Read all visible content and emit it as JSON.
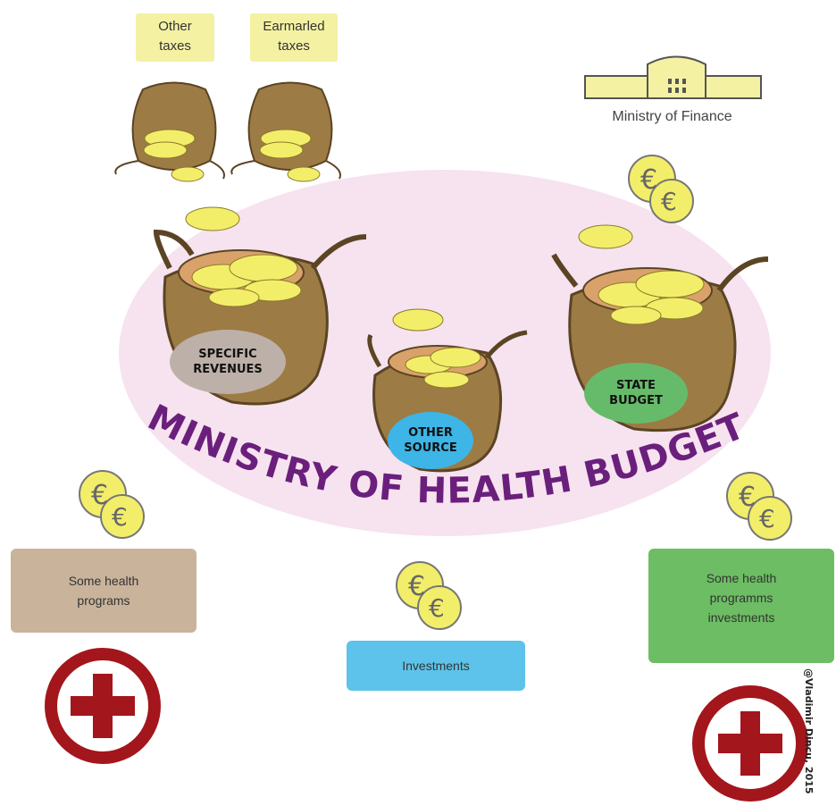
{
  "sources": {
    "other_taxes": "Other\ntaxes",
    "earmarked_taxes": "Earmarled\ntaxes"
  },
  "ministry_of_finance": {
    "label": "Ministry of Finance"
  },
  "pots": {
    "specific_revenues": "SPECIFIC\nREVENUES",
    "other_source": "OTHER\nSOURCE",
    "state_budget": "STATE\nBUDGET"
  },
  "budget_title": "MINISTRY OF HEALTH BUDGET",
  "outputs": {
    "some_health_programs": "Some health\nprograms",
    "investments": "Investments",
    "programms_investments": "Some health\nprogramms\ninvestments"
  },
  "credit": "@Vladimir Dincu, 2015",
  "colors": {
    "pot": "#9c7b45",
    "pot_dark": "#5b4424",
    "coin": "#f3ee6a",
    "ellipse": "#f6e3ef",
    "title": "#6b1f7c",
    "label_gray": "#bdb0a8",
    "label_blue": "#3db5e6",
    "label_green": "#66bb6a",
    "box_brown": "#c9b39b",
    "box_blue": "#5dc3ea",
    "box_green": "#6cbd63",
    "cross_red": "#a3161c"
  }
}
